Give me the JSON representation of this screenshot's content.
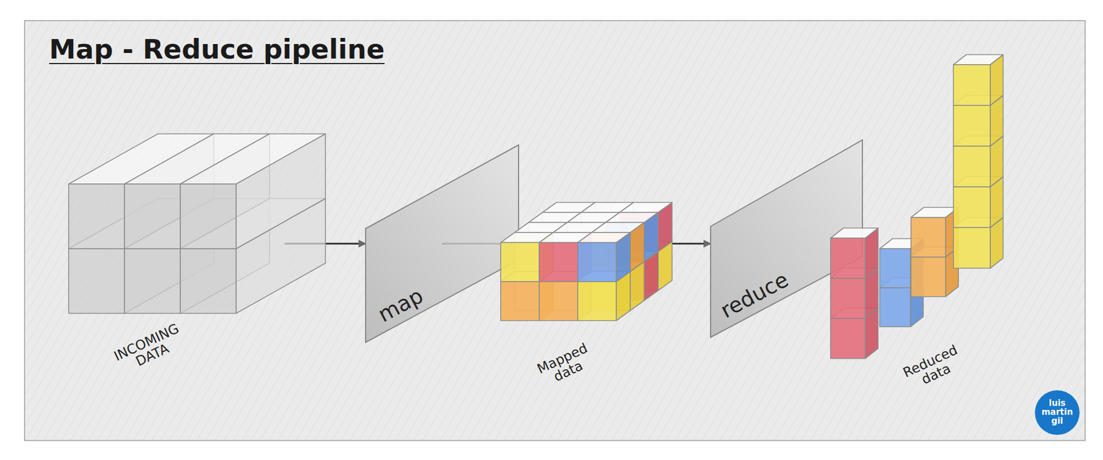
{
  "diagram": {
    "title": "Map - Reduce pipeline",
    "nodes": [
      {
        "text": [
          "INCOMING DATA"
        ]
      },
      {
        "text": [
          "map"
        ]
      },
      {
        "text": [
          "Mapped data"
        ]
      },
      {
        "text": [
          "reduce"
        ]
      },
      {
        "text": [
          "Reduced data"
        ]
      },
      {
        "text": [
          "luis martin gil"
        ]
      }
    ],
    "edges": [
      {
        "from": 0,
        "to": 1,
        "arrow": "to"
      },
      {
        "from": 1,
        "to": 2,
        "arrow": "none"
      },
      {
        "from": 2,
        "to": 3,
        "arrow": "to"
      }
    ]
  }
}
